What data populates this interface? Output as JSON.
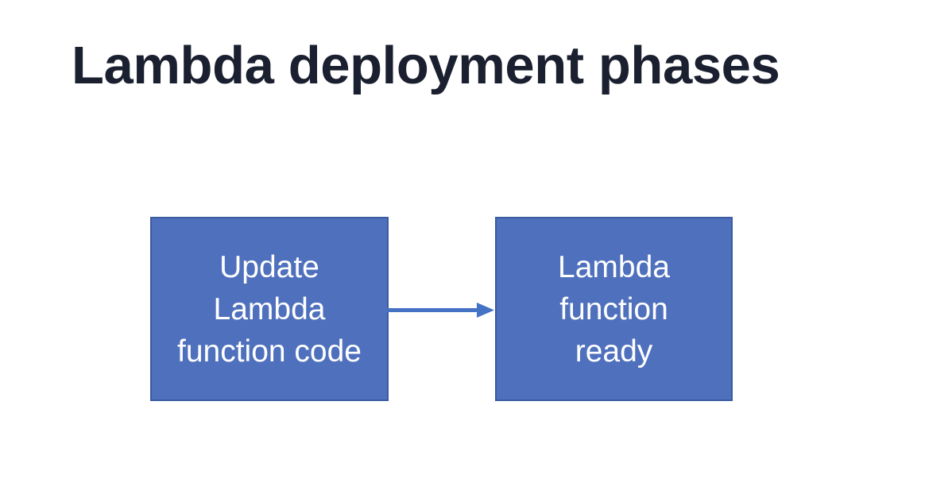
{
  "slide": {
    "title": "Lambda deployment phases",
    "background_color": "#ffffff",
    "title_color": "#1b2030"
  },
  "theme": {
    "box_fill": "#4f71bd",
    "box_border": "#3a5ba0",
    "box_text_color": "#ffffff",
    "arrow_color": "#4472c4"
  },
  "diagram": {
    "type": "flowchart",
    "orientation": "left-to-right",
    "nodes": [
      {
        "id": "update-code",
        "label": "Update\nLambda\nfunction code",
        "lines": [
          "Update",
          "Lambda",
          "function code"
        ]
      },
      {
        "id": "function-ready",
        "label": "Lambda\nfunction\nready",
        "lines": [
          "Lambda",
          "function",
          "ready"
        ]
      }
    ],
    "connectors": [
      {
        "id": "update-code-to-function-ready",
        "from": "update-code",
        "to": "function-ready",
        "style": "solid-line-with-arrowhead",
        "label": ""
      }
    ]
  }
}
